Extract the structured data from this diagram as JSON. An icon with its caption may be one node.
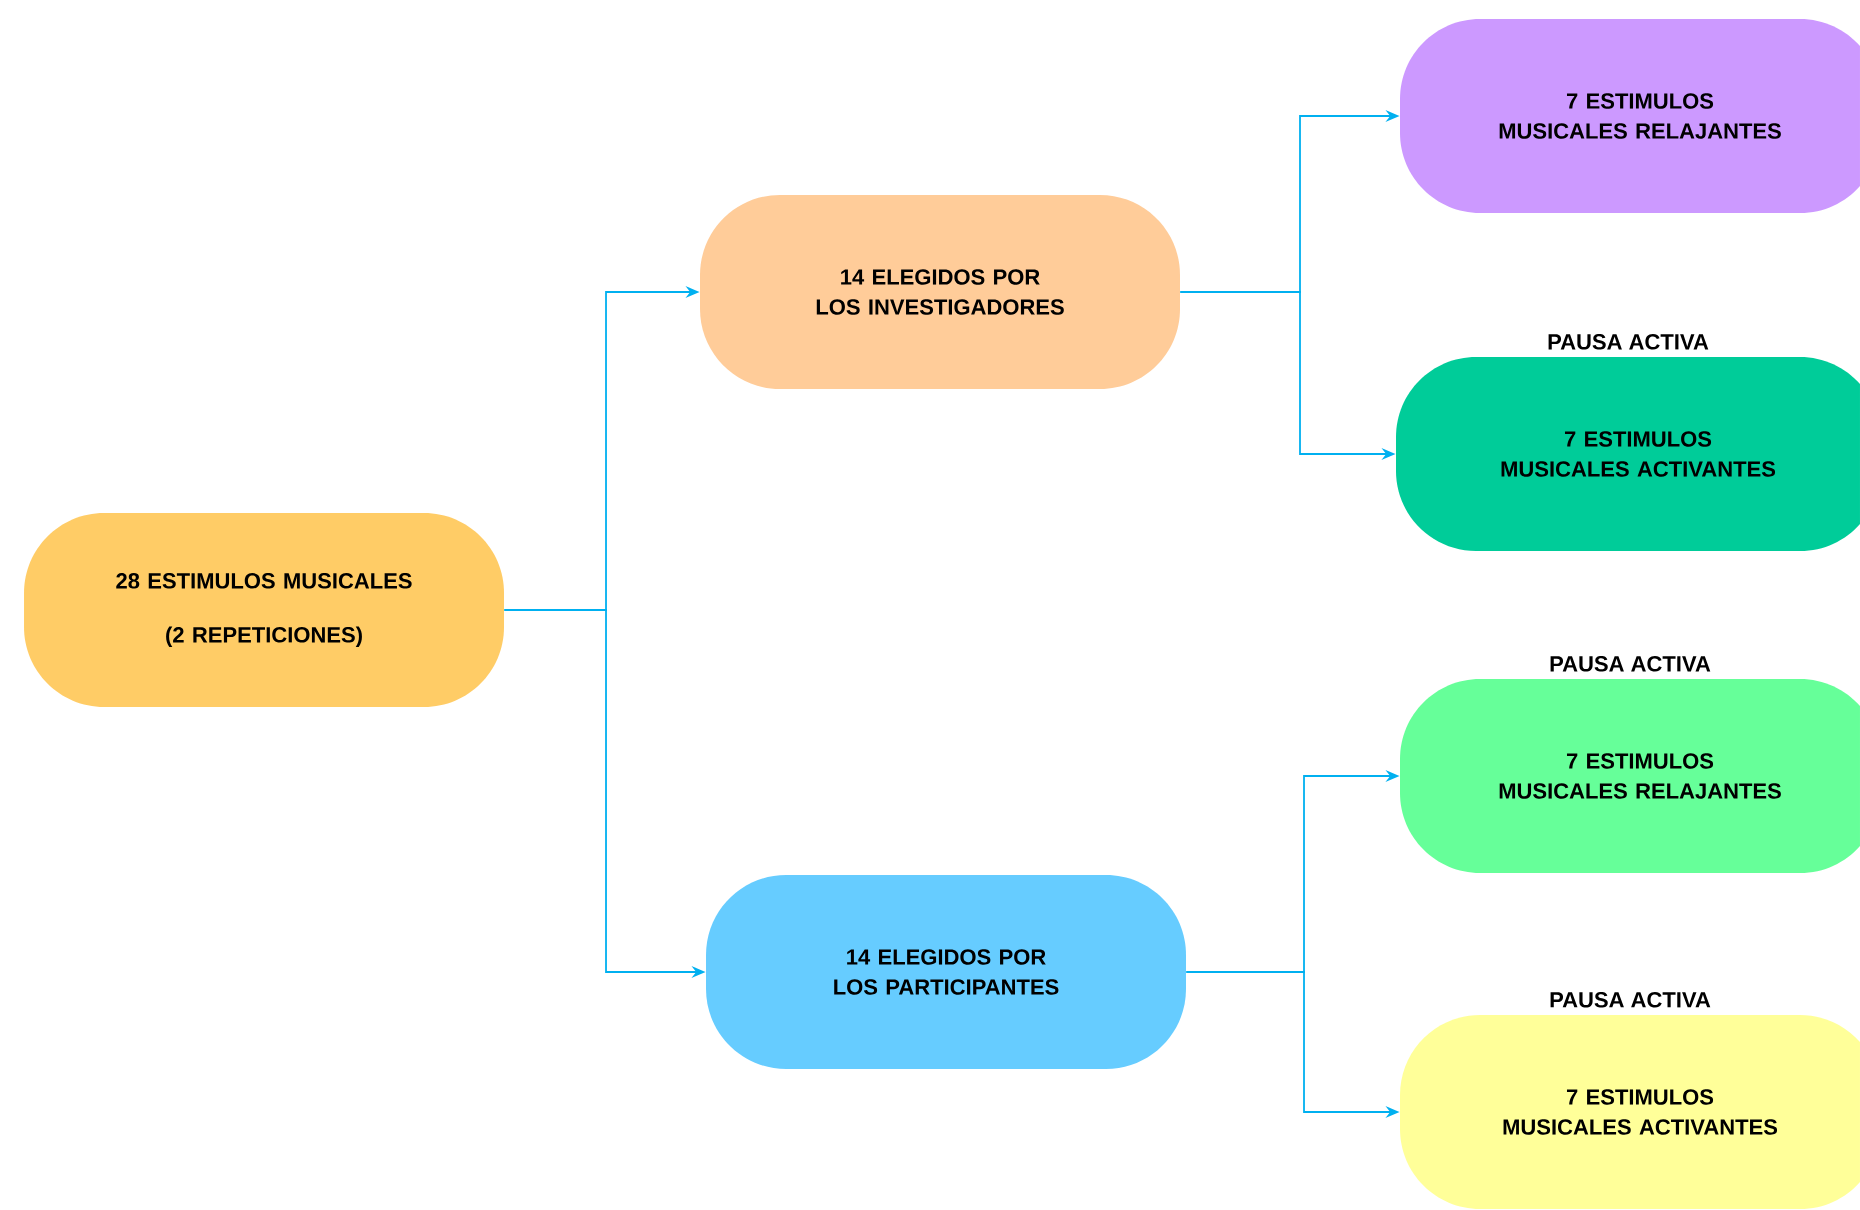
{
  "diagram": {
    "nodes": [
      {
        "text": [
          "28 ESTIMULOS MUSICALES",
          "(2 REPETICIONES)"
        ]
      },
      {
        "text": [
          "14 ELEGIDOS POR LOS INVESTIGADORES"
        ]
      },
      {
        "text": [
          "14 ELEGIDOS POR LOS PARTICIPANTES"
        ]
      },
      {
        "text": [
          "7 ESTIMULOS MUSICALES RELAJANTES"
        ]
      },
      {
        "text": [
          "7 ESTIMULOS MUSICALES ACTIVANTES"
        ],
        "beside": [
          "PAUSA ACTIVA"
        ]
      },
      {
        "text": [
          "7 ESTIMULOS MUSICALES RELAJANTES"
        ],
        "beside": [
          "PAUSA ACTIVA"
        ]
      },
      {
        "text": [
          "7 ESTIMULOS MUSICALES ACTIVANTES"
        ],
        "beside": [
          "PAUSA ACTIVA"
        ]
      }
    ],
    "edges": [
      {
        "from": 0,
        "to": 1,
        "arrow": "to"
      },
      {
        "from": 0,
        "to": 2,
        "arrow": "to"
      },
      {
        "from": 1,
        "to": 3,
        "arrow": "to"
      },
      {
        "from": 1,
        "to": 4,
        "arrow": "to"
      },
      {
        "from": 2,
        "to": 5,
        "arrow": "to"
      },
      {
        "from": 2,
        "to": 6,
        "arrow": "to"
      }
    ]
  }
}
